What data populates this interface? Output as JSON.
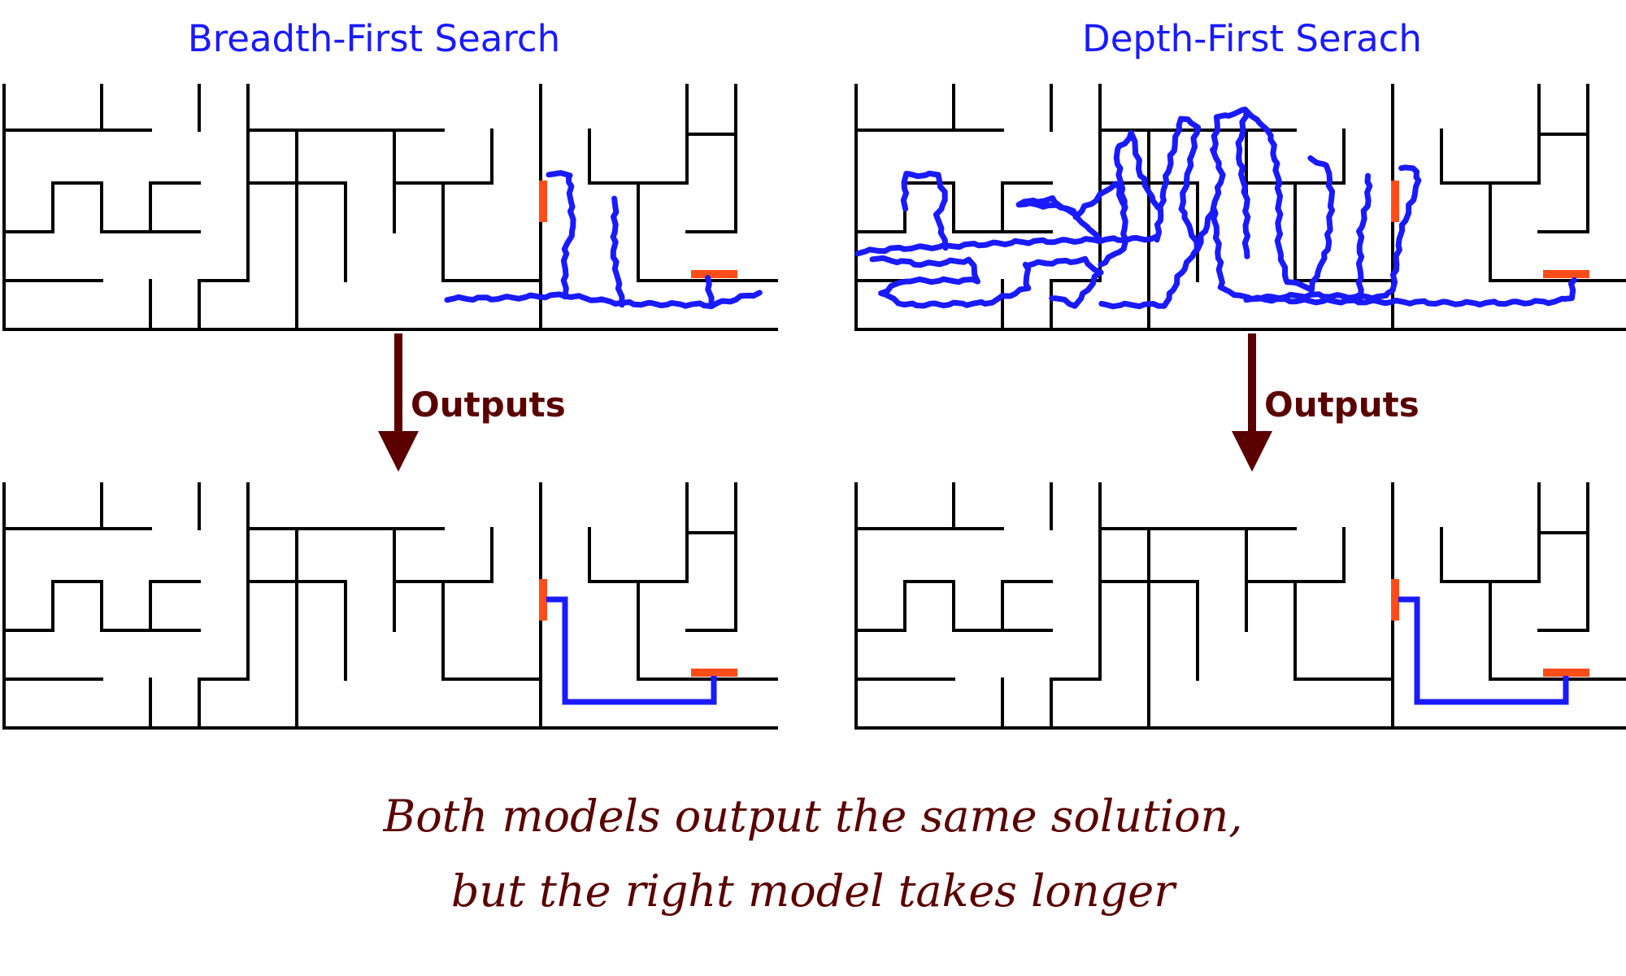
{
  "titles": {
    "left": "Breadth-First Search",
    "right": "Depth-First Serach"
  },
  "arrow_label": "Outputs",
  "caption": {
    "line1": "Both models output the same solution,",
    "line2": "but the right model takes longer"
  },
  "colors": {
    "title": "#1a1aff",
    "wall": "#000000",
    "path": "#1a1aff",
    "marker": "#ff4d1a",
    "arrow": "#5a0000",
    "caption": "#5a0000"
  }
}
